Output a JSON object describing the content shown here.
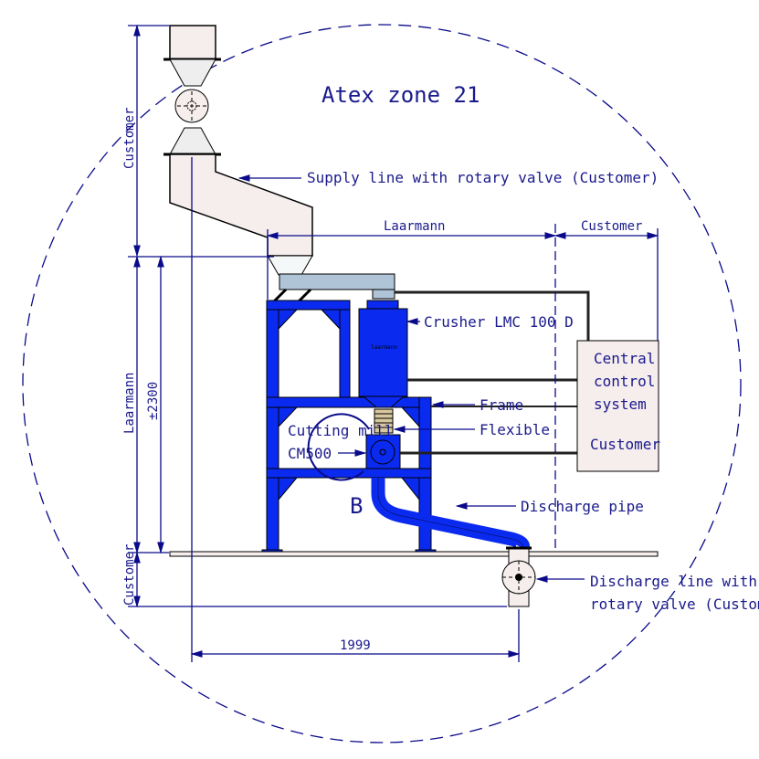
{
  "title": "Atex zone 21",
  "labels": {
    "supply": "Supply line with rotary valve (Customer)",
    "crusher": "Crusher LMC 100 D",
    "frame": "Frame",
    "flexible": "Flexible",
    "cutting_mill_1": "Cutting mill",
    "cutting_mill_2": "CM500",
    "detail": "B",
    "discharge_pipe": "Discharge pipe",
    "discharge_line_1": "Discharge line with",
    "discharge_line_2": "rotary valve (Customer)",
    "control_1": "Central",
    "control_2": "control",
    "control_3": "system",
    "control_4": "Customer",
    "crusher_brand": "laarmann"
  },
  "dimensions": {
    "laarmann_top": "Laarmann",
    "customer_top": "Customer",
    "customer_left_top": "Customer",
    "laarmann_left": "Laarmann",
    "height": "±2300",
    "customer_left_bottom": "Customer",
    "width": "1999"
  },
  "colors": {
    "frame": "#0a2af0",
    "dimension": "#0a0a8a",
    "customer_part": "#f6eded",
    "feeder": "#b0c4d8"
  }
}
